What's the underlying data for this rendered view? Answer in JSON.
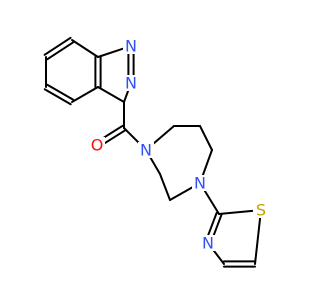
{
  "colors": {
    "bond": "#000000",
    "nitrogen": "#3050F8",
    "oxygen": "#FF0D0D",
    "sulfur": "#C8A000"
  },
  "atoms": {
    "n_phthalazine_2": "N",
    "n_phthalazine_3": "N",
    "o_carbonyl": "O",
    "n_diazepane_1": "N",
    "n_diazepane_4": "N",
    "n_thiazole": "N",
    "s_thiazole": "S"
  }
}
